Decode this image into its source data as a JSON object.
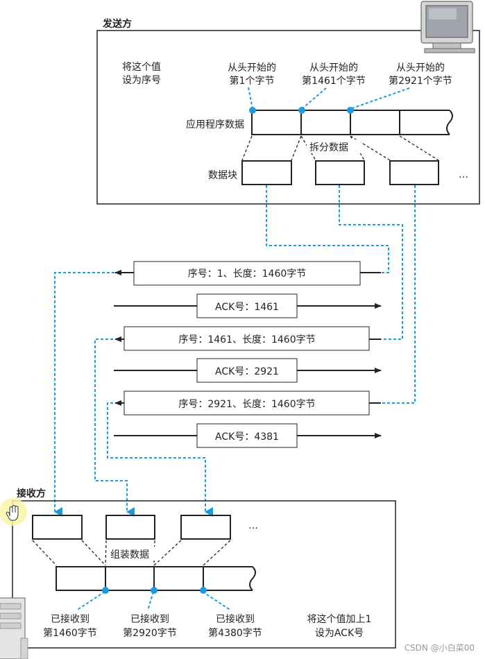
{
  "sender": {
    "title": "发送方",
    "note": [
      "将这个值",
      "设为序号"
    ],
    "app_data_label": "应用程序数据",
    "split_label": "拆分数据",
    "chunks_label": "数据块",
    "ellipsis": "…",
    "starts": [
      [
        "从头开始的",
        "第1个字节"
      ],
      [
        "从头开始的",
        "第1461个字节"
      ],
      [
        "从头开始的",
        "第2921个字节"
      ]
    ]
  },
  "exchange": {
    "segments": [
      "序号：1、长度：1460字节",
      "序号：1461、长度：1460字节",
      "序号：2921、长度：1460字节"
    ],
    "acks": [
      "ACK号：1461",
      "ACK号：2921",
      "ACK号：4381"
    ]
  },
  "receiver": {
    "title": "接收方",
    "assemble_label": "组装数据",
    "ellipsis": "…",
    "received": [
      [
        "已接收到",
        "第1460字节"
      ],
      [
        "已接收到",
        "第2920字节"
      ],
      [
        "已接收到",
        "第4380字节"
      ]
    ],
    "note": [
      "将这个值加上1",
      "设为ACK号"
    ]
  },
  "watermark": "CSDN @小白菜00",
  "colors": {
    "accent": "#1a9ae0",
    "line": "#222222"
  },
  "icons": [
    "monitor-icon",
    "hand-cursor-icon",
    "server-icon"
  ]
}
